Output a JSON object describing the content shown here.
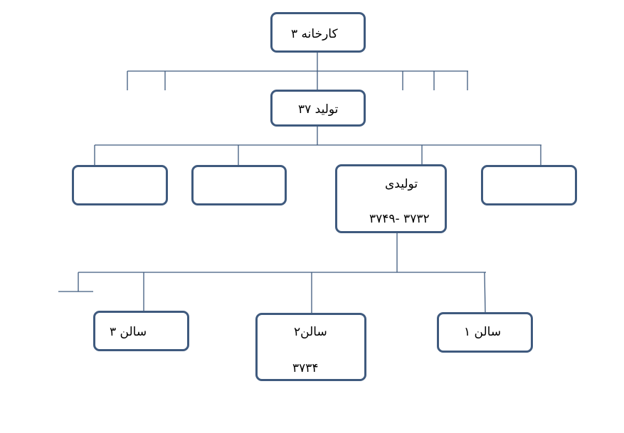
{
  "org_chart": {
    "top": {
      "label": "کارخانه ۳"
    },
    "department": {
      "label": "تولید ۳۷"
    },
    "units": [
      {
        "title": "",
        "code": ""
      },
      {
        "title": "",
        "code": ""
      },
      {
        "title": "تولیدی",
        "code": "۳۷۴۹- ۳۷۳۲"
      },
      {
        "title": "",
        "code": ""
      }
    ],
    "halls": [
      {
        "label": "سالن ۳",
        "code": ""
      },
      {
        "label": "سالن۲",
        "code": "۳۷۳۴"
      },
      {
        "label": "سالن ۱",
        "code": ""
      }
    ]
  },
  "colors": {
    "line": "#3f5a7e",
    "box_border": "#3f5a7e"
  }
}
